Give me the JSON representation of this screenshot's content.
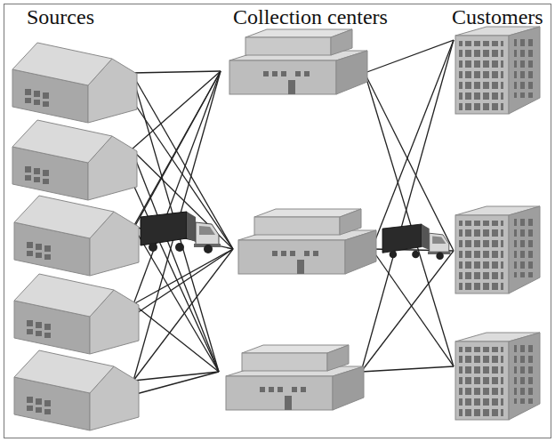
{
  "diagram": {
    "labels": [
      "Sources",
      "Collection centers",
      "Customers"
    ]
  }
}
